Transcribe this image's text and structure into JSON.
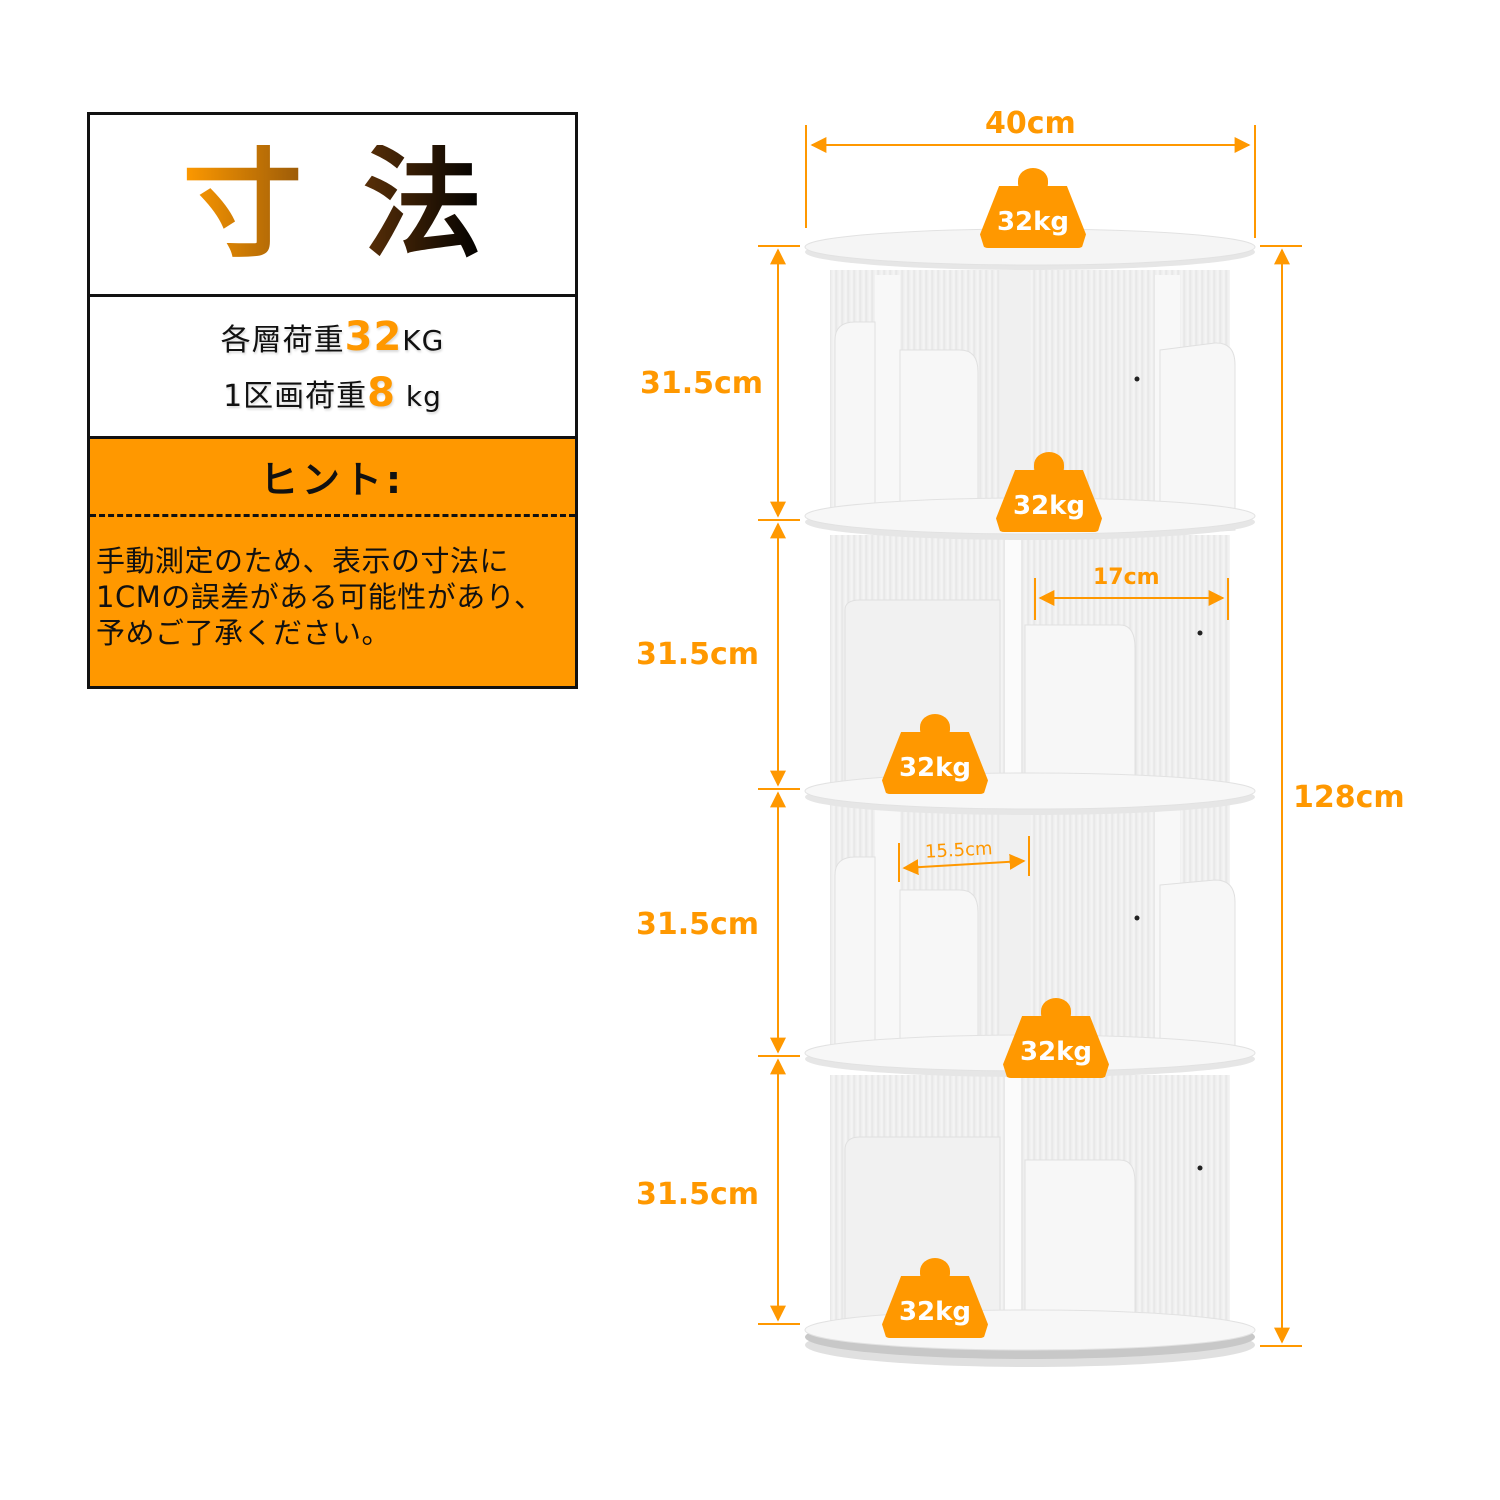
{
  "panel": {
    "title_chars": [
      "寸",
      "法"
    ],
    "load_lines": [
      {
        "prefix": "各層荷重",
        "value": "32",
        "unit": "KG"
      },
      {
        "prefix": "1区画荷重",
        "value": "8",
        "unit": " kg"
      }
    ],
    "hint_title": "ヒント:",
    "hint_text": "手動測定のため、表示の寸法に1CMの誤差がある可能性があり、予めご了承ください。"
  },
  "dimensions": {
    "width": "40cm",
    "total_height": "128cm",
    "tier_heights": [
      "31.5cm",
      "31.5cm",
      "31.5cm",
      "31.5cm"
    ],
    "compartment_width_a": "17cm",
    "compartment_width_b": "15.5cm"
  },
  "weights": [
    "32kg",
    "32kg",
    "32kg",
    "32kg",
    "32kg"
  ],
  "colors": {
    "accent": "#ff9800",
    "border": "#111111",
    "shelf": "#f4f4f4",
    "shelf_edge": "#e2e2e2"
  }
}
